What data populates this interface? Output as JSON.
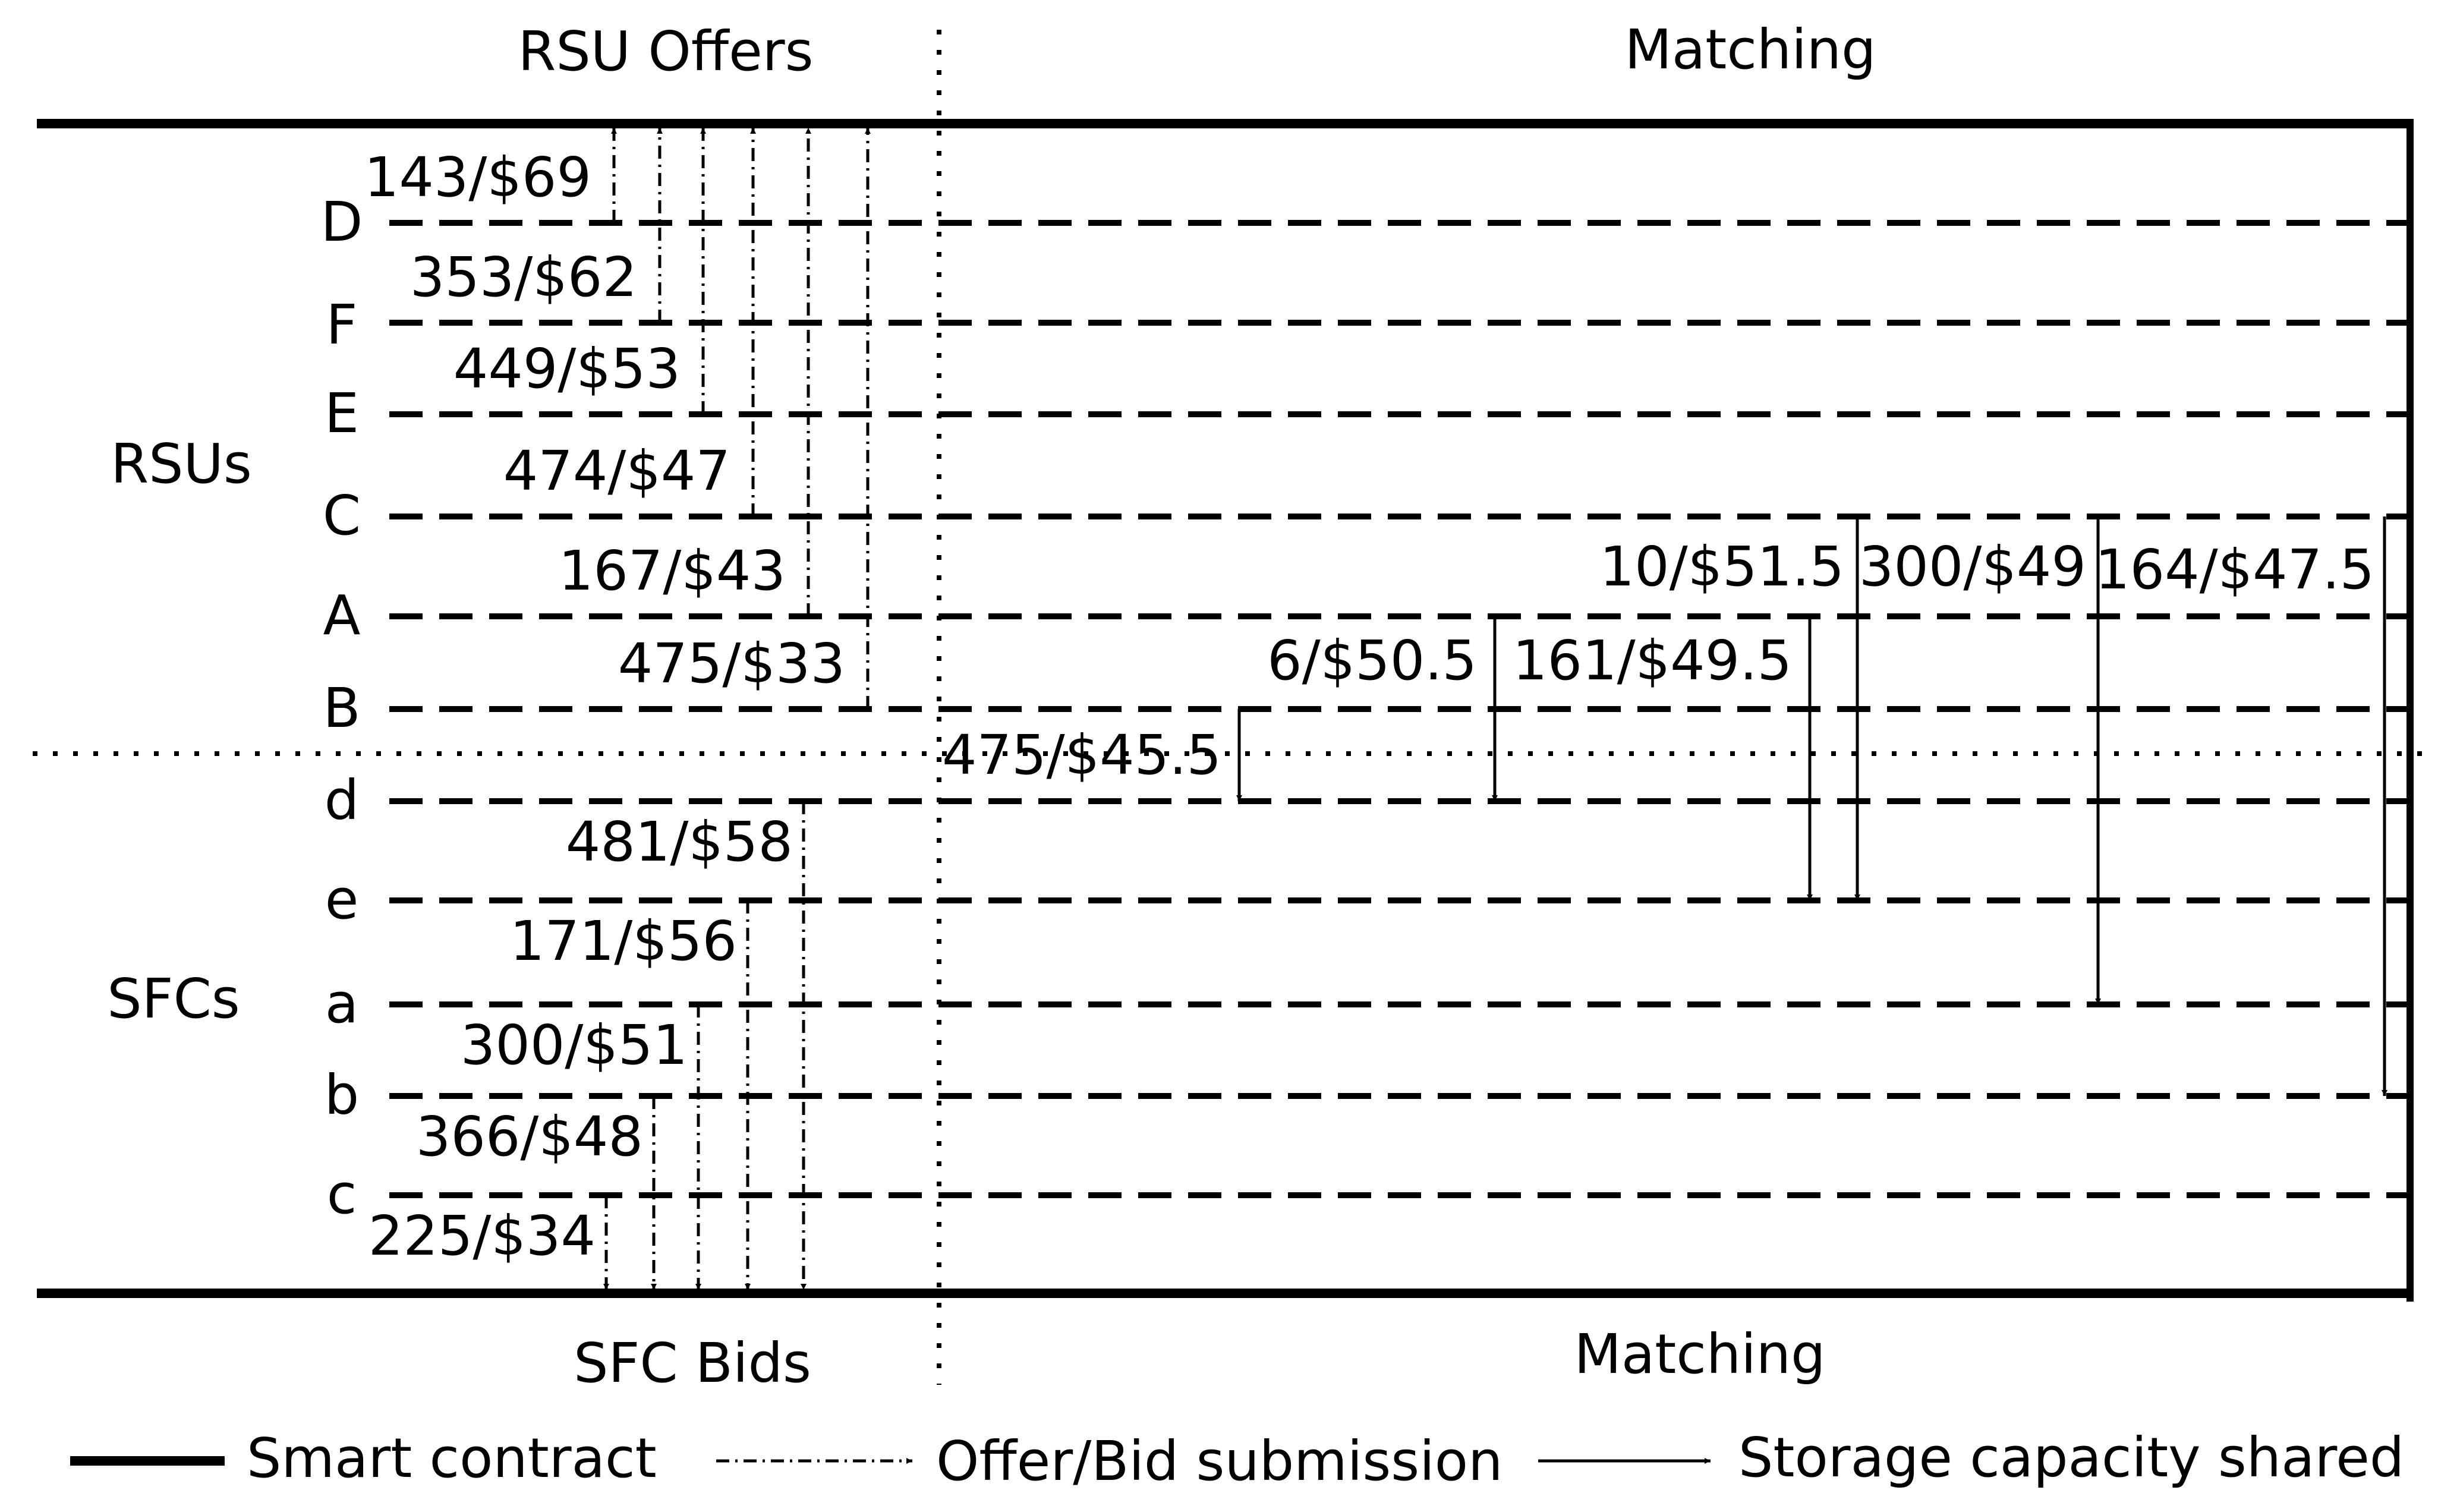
{
  "headers": {
    "top_left": "RSU Offers",
    "top_right": "Matching",
    "bottom_left": "SFC Bids",
    "bottom_right": "Matching"
  },
  "groups": {
    "rsus": "RSUs",
    "sfcs": "SFCs"
  },
  "rsu_rows": [
    "D",
    "F",
    "E",
    "C",
    "A",
    "B"
  ],
  "sfc_rows": [
    "d",
    "e",
    "a",
    "b",
    "c"
  ],
  "rsu_offers": [
    {
      "rsu": "D",
      "label": "143/$69"
    },
    {
      "rsu": "F",
      "label": "353/$62"
    },
    {
      "rsu": "E",
      "label": "449/$53"
    },
    {
      "rsu": "C",
      "label": "474/$47"
    },
    {
      "rsu": "A",
      "label": "167/$43"
    },
    {
      "rsu": "B",
      "label": "475/$33"
    }
  ],
  "sfc_bids": [
    {
      "sfc": "c",
      "label": "225/$34"
    },
    {
      "sfc": "b",
      "label": "366/$48"
    },
    {
      "sfc": "a",
      "label": "300/$51"
    },
    {
      "sfc": "e",
      "label": "171/$56"
    },
    {
      "sfc": "d",
      "label": "481/$58"
    }
  ],
  "matches": [
    {
      "from": "B",
      "to": "d",
      "label": "475/$45.5"
    },
    {
      "from": "A",
      "to": "d",
      "label": "6/$50.5"
    },
    {
      "from": "A",
      "to": "e",
      "label": "161/$49.5"
    },
    {
      "from": "C",
      "to": "e",
      "label": "10/$51.5"
    },
    {
      "from": "C",
      "to": "a",
      "label": "300/$49"
    },
    {
      "from": "C",
      "to": "b",
      "label": "164/$47.5"
    }
  ],
  "legend": {
    "smart_contract": "Smart contract",
    "offer_bid": "Offer/Bid submission",
    "storage": "Storage capacity shared"
  }
}
